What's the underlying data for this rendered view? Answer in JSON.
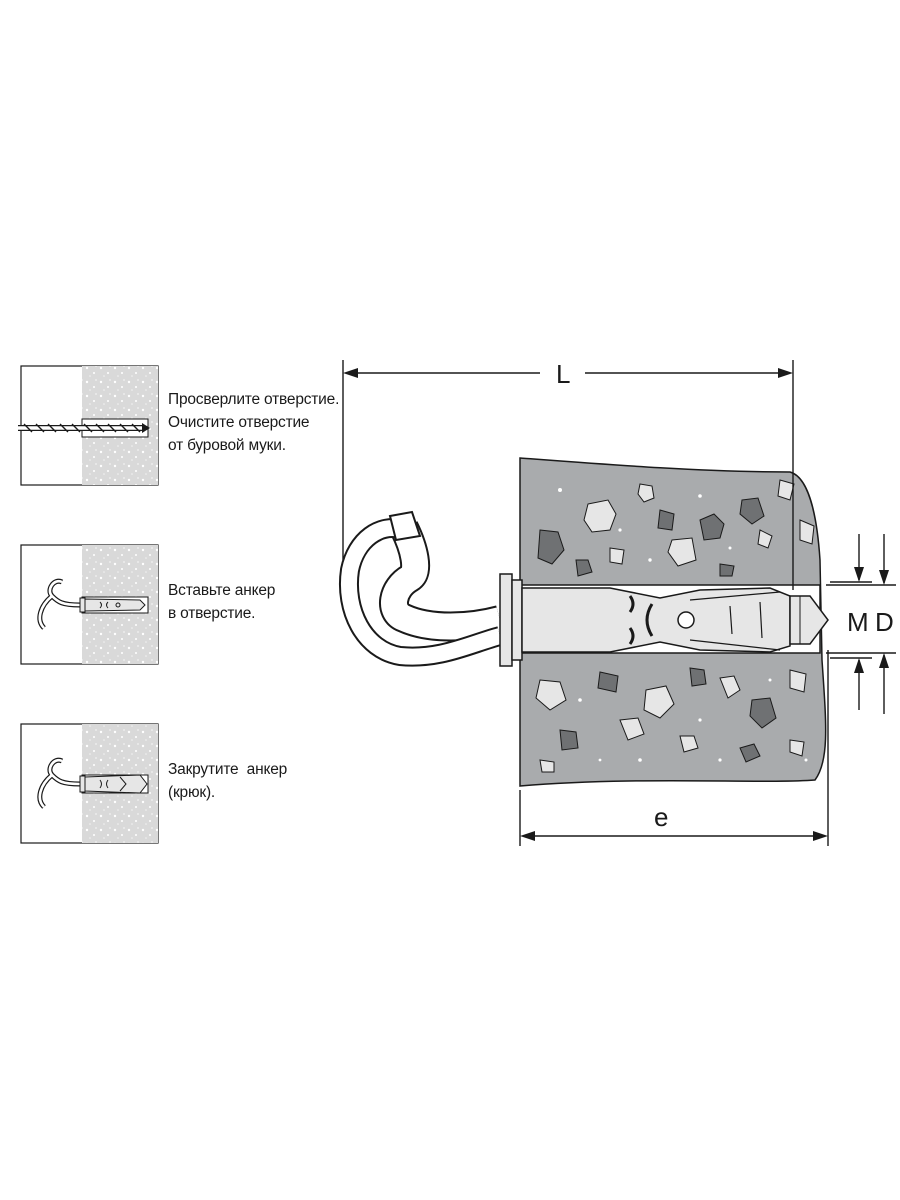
{
  "steps": [
    {
      "lines": [
        "Просверлите отверстие.",
        "Очистите отверстие",
        "от буровой муки."
      ]
    },
    {
      "lines": [
        "Вставьте анкер",
        "в отверстие."
      ]
    },
    {
      "lines": [
        "Закрутите  анкер",
        "(крюк)."
      ]
    }
  ],
  "dimensions": {
    "length": "L",
    "embed": "e",
    "thread": "M",
    "diameter": "D"
  },
  "colors": {
    "line": "#1a1a1a",
    "concrete": "#a9abad",
    "concrete_light": "#e6e6e6",
    "anchor": "#e6e6e6"
  }
}
